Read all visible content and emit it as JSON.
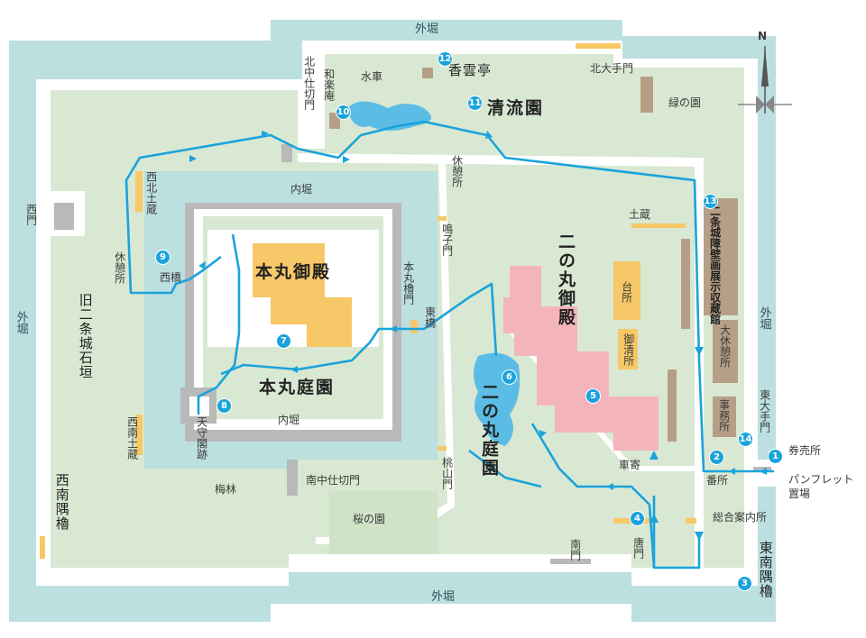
{
  "colors": {
    "moat": "#bcdfe0",
    "ground": "#d9e8d2",
    "path_white": "#ffffff",
    "honmaru_bldg": "#f6c867",
    "ninomaru_bldg": "#f4b4bb",
    "storehouse": "#b69f86",
    "route": "#1aa3dc",
    "pond": "#5bbde6",
    "gate": "#f6c867"
  },
  "moat_labels": {
    "outer_top": "外堀",
    "outer_bottom": "外堀",
    "outer_left": "外堀",
    "outer_right": "外堀",
    "inner_top": "内堀",
    "inner_bottom": "内堀"
  },
  "areas": {
    "honmaru_palace": "本丸御殿",
    "honmaru_garden": "本丸庭園",
    "ninomaru_palace": "二の丸御殿",
    "ninomaru_garden": "二の丸庭園",
    "seiryu_en": "清流園",
    "sakura_no_en": "桜の園",
    "midori_no_en": "緑の園",
    "umebayashi": "梅林",
    "kou_un_tei": "香雲亭",
    "suisha": "水車",
    "waraku_an": "和楽庵",
    "old_stone_wall": "旧二条城石垣"
  },
  "gates_and_facilities": {
    "kita_nakasemon": "北中仕切門",
    "kita_otemon": "北大手門",
    "nishi_mon": "西門",
    "nishi_bashi": "西橋",
    "higashi_bashi": "東橋",
    "honmaru_yaguramon": "本丸櫓門",
    "naruko_mon": "鳴子門",
    "momoyama_mon": "桃山門",
    "minami_nakasemon": "南中仕切門",
    "minami_mon": "南門",
    "karamon": "唐門",
    "kurumayose": "車寄",
    "bansho": "番所",
    "higashi_otemon": "東大手門",
    "tenshukaku_ato": "天守閣跡",
    "seihoku_sumiyagura": "西南隅櫓",
    "tonan_sumiyagura": "東南隅櫓",
    "hokusei_dozo": "西北土蔵",
    "nansei_dozo": "西南土蔵",
    "dozo": "土蔵",
    "daidokoro": "台所",
    "oseisho": "御清所",
    "kyukeisho_left": "休憩所",
    "kyukeisho_top": "休憩所",
    "dai_kyukeisho": "大休憩所",
    "jimusho": "事務所",
    "shozokan": "二条城障壁画展示収蔵館",
    "ticket": "券売所",
    "pamphlet": "パンフレット置場",
    "info": "総合案内所"
  },
  "compass": {
    "north": "N"
  },
  "stops": [
    "1",
    "2",
    "3",
    "4",
    "5",
    "6",
    "7",
    "8",
    "9",
    "10",
    "11",
    "12",
    "13",
    "14"
  ]
}
